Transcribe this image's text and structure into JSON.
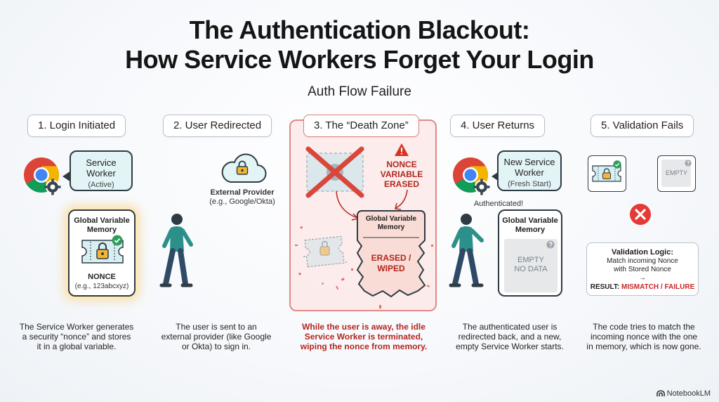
{
  "title_line1": "The Authentication Blackout:",
  "title_line2": "How Service Workers Forget Your Login",
  "subtitle": "Auth Flow Failure",
  "steps": [
    {
      "label": "1. Login Initiated"
    },
    {
      "label": "2. User Redirected"
    },
    {
      "label": "3. The “Death Zone”"
    },
    {
      "label": "4. User Returns"
    },
    {
      "label": "5. Validation Fails"
    }
  ],
  "step1": {
    "bubble_line1": "Service",
    "bubble_line2": "Worker",
    "bubble_status": "(Active)",
    "mem_title_line1": "Global Variable",
    "mem_title_line2": "Memory",
    "nonce_label": "NONCE",
    "nonce_example": "(e.g., 123abcxyz)",
    "desc_line1": "The Service Worker generates",
    "desc_line2": "a security “nonce” and stores",
    "desc_line3": "it in a global variable."
  },
  "step2": {
    "provider_title": "External Provider",
    "provider_example": "(e.g., Google/Okta)",
    "desc_line1": "The user is sent to an",
    "desc_line2": "external provider (like Google",
    "desc_line3": "or Okta) to sign in."
  },
  "step3": {
    "warning_line1": "NONCE",
    "warning_line2": "VARIABLE",
    "warning_line3": "ERASED",
    "mem_title_line1": "Global Variable",
    "mem_title_line2": "Memory",
    "erased_line1": "ERASED /",
    "erased_line2": "WIPED",
    "desc_line1": "While the user is away, the idle",
    "desc_line2": "Service Worker is terminated,",
    "desc_line3": "wiping the nonce from memory."
  },
  "step4": {
    "bubble_line1": "New Service",
    "bubble_line2": "Worker",
    "bubble_status": "(Fresh Start)",
    "authenticated": "Authenticated!",
    "mem_title_line1": "Global Variable",
    "mem_title_line2": "Memory",
    "empty_line1": "EMPTY",
    "empty_line2": "NO DATA",
    "desc_line1": "The authenticated user is",
    "desc_line2": "redirected back, and a new,",
    "desc_line3": "empty Service Worker starts."
  },
  "step5": {
    "empty_label": "EMPTY",
    "logic_title": "Validation Logic:",
    "logic_line1": "Match incoming Nonce",
    "logic_line2": "with Stored Nonce",
    "logic_arrow": "→",
    "result_prefix": "RESULT: ",
    "result_value": "MISMATCH / FAILURE",
    "desc_line1": "The code tries to match the",
    "desc_line2": "incoming nonce with the one",
    "desc_line3": "in memory, which is now gone."
  },
  "watermark": "NotebookLM",
  "colors": {
    "bubble_fill": "#e3f4f6",
    "danger": "#c62828",
    "success": "#2e9d5b",
    "lock": "#f2b632",
    "person_shirt": "#2d8f8a",
    "person_pants": "#2f4a66",
    "death_zone_fill": "#fce9e7"
  }
}
